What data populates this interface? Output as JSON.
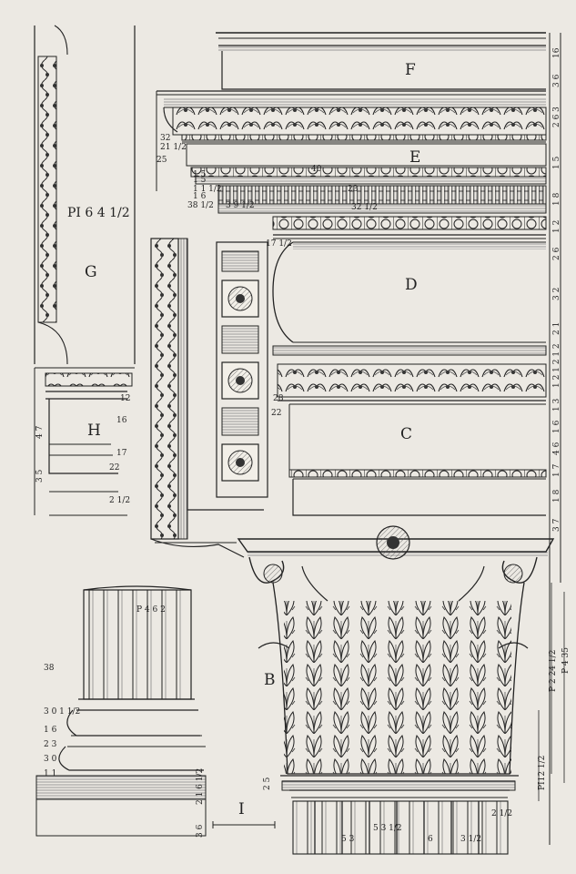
{
  "letters": {
    "F": "F",
    "E": "E",
    "D": "D",
    "C": "C",
    "B": "B",
    "G": "G",
    "H": "H",
    "I": "I"
  },
  "pilaster_label": "PI 6 4 1/2",
  "column_label": "P 4 6 2",
  "right_scale_top": [
    "16",
    "3 6",
    "2 6 3",
    "1 5",
    "1 8",
    "1 2",
    "2 6",
    "3 2",
    "2 1",
    "1 2 1 2 1 2",
    "1 3",
    "1 6",
    "4 6",
    "1 7",
    "1 8",
    "3 7"
  ],
  "right_scale_bottom": [
    "PI12 1/2",
    "P 2 24 1/2",
    "P 4 35"
  ],
  "entablature_dims": [
    "40",
    "23",
    "32 1/2",
    "1 5",
    "38 1/2",
    "3 9 1/2",
    "17 1/2"
  ],
  "left_dims": [
    "32",
    "21 1/2",
    "25",
    "1 1 1/2",
    "1 6",
    "3 6",
    "1 5"
  ],
  "base_dims": [
    "38",
    "3 0 1 1/2",
    "1 6",
    "2 3",
    "3 0",
    "1 1"
  ],
  "h_dims": [
    "12",
    "16",
    "17",
    "22",
    "2 1/2",
    "4 7",
    "3 5"
  ],
  "cornice_dims": [
    "28",
    "22",
    "2 2"
  ],
  "base_right_dims": [
    "3 6",
    "2 1 6 1/2",
    "2 5"
  ],
  "capital_dims": [
    "2 1/2",
    "5 3 1/2",
    "6",
    "5 3",
    "3 1/2",
    "5 3 1/2"
  ]
}
